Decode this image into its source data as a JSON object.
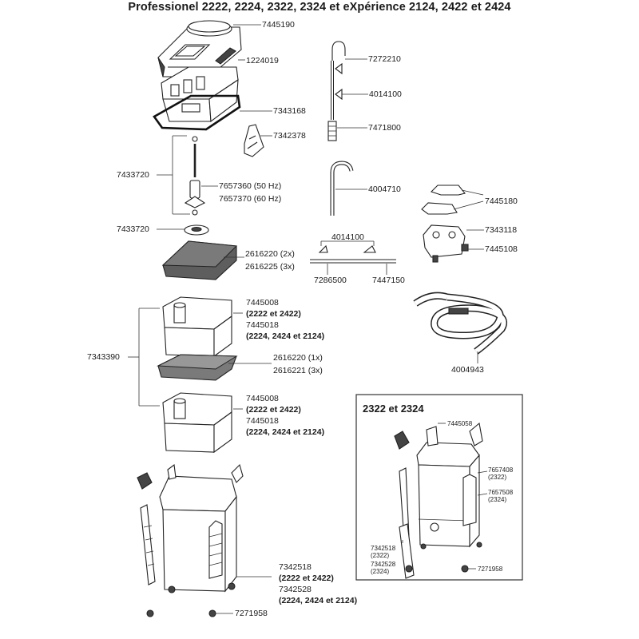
{
  "title": "Professionel 2222, 2224, 2322, 2324 et eXpérience 2124, 2422 et 2424",
  "parts": {
    "lid": "7445190",
    "lid_clip": "1224019",
    "pump_head_gasket": "7343168",
    "impeller_cover": "7342378",
    "axle": "7433720",
    "impeller_50": "7657360 (50 Hz)",
    "impeller_60": "7657370 (60 Hz)",
    "pump_bearing": "7433720",
    "filter_pad_a": "2616220 (2x)",
    "filter_pad_b": "2616225 (3x)",
    "intake_pipe": "7272210",
    "suction_cup_top": "4014100",
    "strainer": "7471800",
    "outlet_bend": "4004710",
    "adapter_levers": "7445180",
    "adapter_body": "7343118",
    "shut_off_valve": "7445108",
    "suction_cups_spray": "4014100",
    "spray_bar": "7286500",
    "spray_bar_end": "7447150",
    "basket_top_a": "7445008",
    "basket_top_a_models": "(2222 et 2422)",
    "basket_top_b": "7445018",
    "basket_top_b_models": "(2224, 2424 et 2124)",
    "basket_handle": "7343390",
    "filter_pad_c": "2616220 (1x)",
    "filter_pad_d": "2616221 (3x)",
    "basket_bottom_a": "7445008",
    "basket_bottom_a_models": "(2222 et 2422)",
    "basket_bottom_b": "7445018",
    "basket_bottom_b_models": "(2224, 2424 et 2124)",
    "hose": "4004943",
    "clip_a": "7342518",
    "clip_a_models": "(2222 et 2422)",
    "clip_b": "7342528",
    "clip_b_models": "(2224, 2424 et 2124)",
    "feet": "7271958"
  },
  "inset": {
    "title": "2322 et 2324",
    "basket": "7445058",
    "heater_a": "7657408",
    "heater_a_models": "(2322)",
    "heater_b": "7657508",
    "heater_b_models": "(2324)",
    "clip_a": "7342518",
    "clip_a_models": "(2322)",
    "clip_b": "7342528",
    "clip_b_models": "(2324)",
    "feet": "7271958"
  }
}
